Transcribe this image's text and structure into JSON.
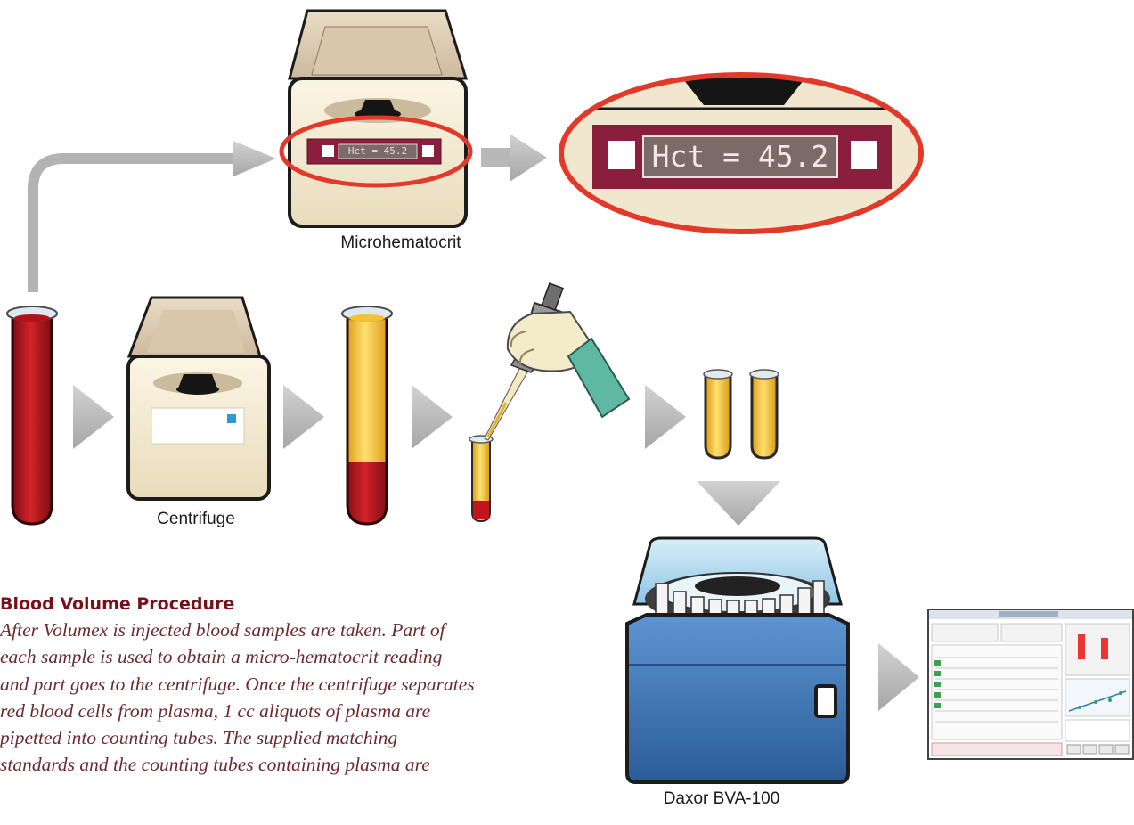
{
  "labels": {
    "microhematocrit": "Microhematocrit",
    "centrifuge": "Centrifuge",
    "daxor": "Daxor BVA-100",
    "hct_display": "Hct = 45.2"
  },
  "title": "Blood Volume Procedure",
  "body_lines": [
    "After Volumex is injected blood samples are taken. Part of",
    "each sample is used to obtain a micro-hematocrit reading",
    "and part goes to the centrifuge. Once the centrifuge separates",
    "red blood cells from plasma, 1 cc aliquots of plasma are",
    "pipetted into counting tubes. The supplied matching",
    "standards and the counting tubes containing plasma are"
  ],
  "colors": {
    "blood": "#b3121c",
    "plasma": "#f3c233",
    "display_frame": "#8a1f3d",
    "highlight_ring": "#e23a2a",
    "machine_body": "#f5ecd3",
    "daxor_body": "#3f78b8",
    "arrow": "#b8b8b8",
    "glove": "#f2e8c8",
    "sleeve": "#5fb8a2",
    "title": "#7a0f18",
    "text": "#6b2a2f"
  },
  "icons": [
    "blood-tube-icon",
    "centrifuge-icon",
    "separated-tube-icon",
    "pipette-hand-icon",
    "plasma-tube-icon",
    "microhematocrit-icon",
    "magnified-display-icon",
    "daxor-analyzer-icon",
    "report-screen-icon",
    "flow-arrow-icon"
  ]
}
